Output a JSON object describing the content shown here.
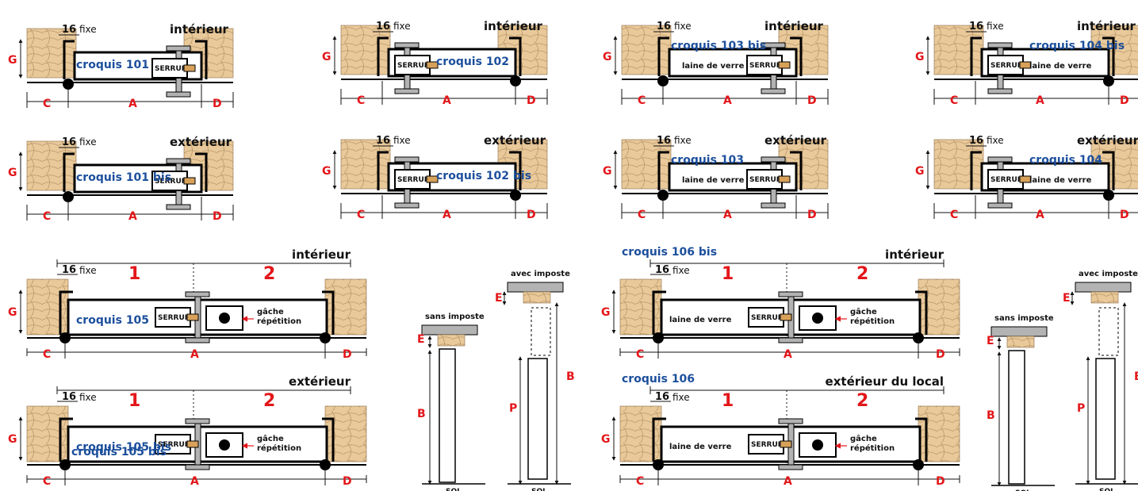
{
  "colors": {
    "wood": "#e9c99a",
    "wood_grain": "#b9976a",
    "red": "#e3161a",
    "blue": "#1c4f9c",
    "black": "#000000",
    "brass": "#d8a15a",
    "grey": "#b3b3b3"
  },
  "dims": {
    "A": "A",
    "C": "C",
    "D": "D",
    "G": "G",
    "B": "B",
    "E": "E",
    "P": "P"
  },
  "fixe": {
    "num": "16",
    "word": "fixe"
  },
  "lock": "SERRURE",
  "glass": "laine de verre",
  "gache": [
    "gâche",
    "répétition"
  ],
  "floor": "SOL",
  "doors": [
    {
      "name": "croquis 101",
      "side": "intérieur"
    },
    {
      "name": "croquis 101 bis",
      "side": "extérieur"
    },
    {
      "name": "croquis 102",
      "side": "intérieur"
    },
    {
      "name": "croquis 102 bis",
      "side": "extérieur"
    },
    {
      "name": "croquis 103 bis",
      "side": "intérieur"
    },
    {
      "name": "croquis 103",
      "side": "extérieur"
    },
    {
      "name": "croquis 104 bis",
      "side": "intérieur"
    },
    {
      "name": "croquis 104",
      "side": "extérieur"
    }
  ],
  "doubles": [
    {
      "name": "croquis 105",
      "side": "intérieur",
      "leaf1": "1",
      "leaf2": "2"
    },
    {
      "name": "croquis 105 bis",
      "side": "extérieur",
      "leaf1": "1",
      "leaf2": "2"
    },
    {
      "name": "croquis 106 bis",
      "side": "intérieur",
      "leaf1": "1",
      "leaf2": "2"
    },
    {
      "name": "croquis 106",
      "side": "extérieur du local",
      "leaf1": "1",
      "leaf2": "2"
    }
  ],
  "elevations": {
    "sans": "sans imposte",
    "avec": "avec imposte"
  }
}
